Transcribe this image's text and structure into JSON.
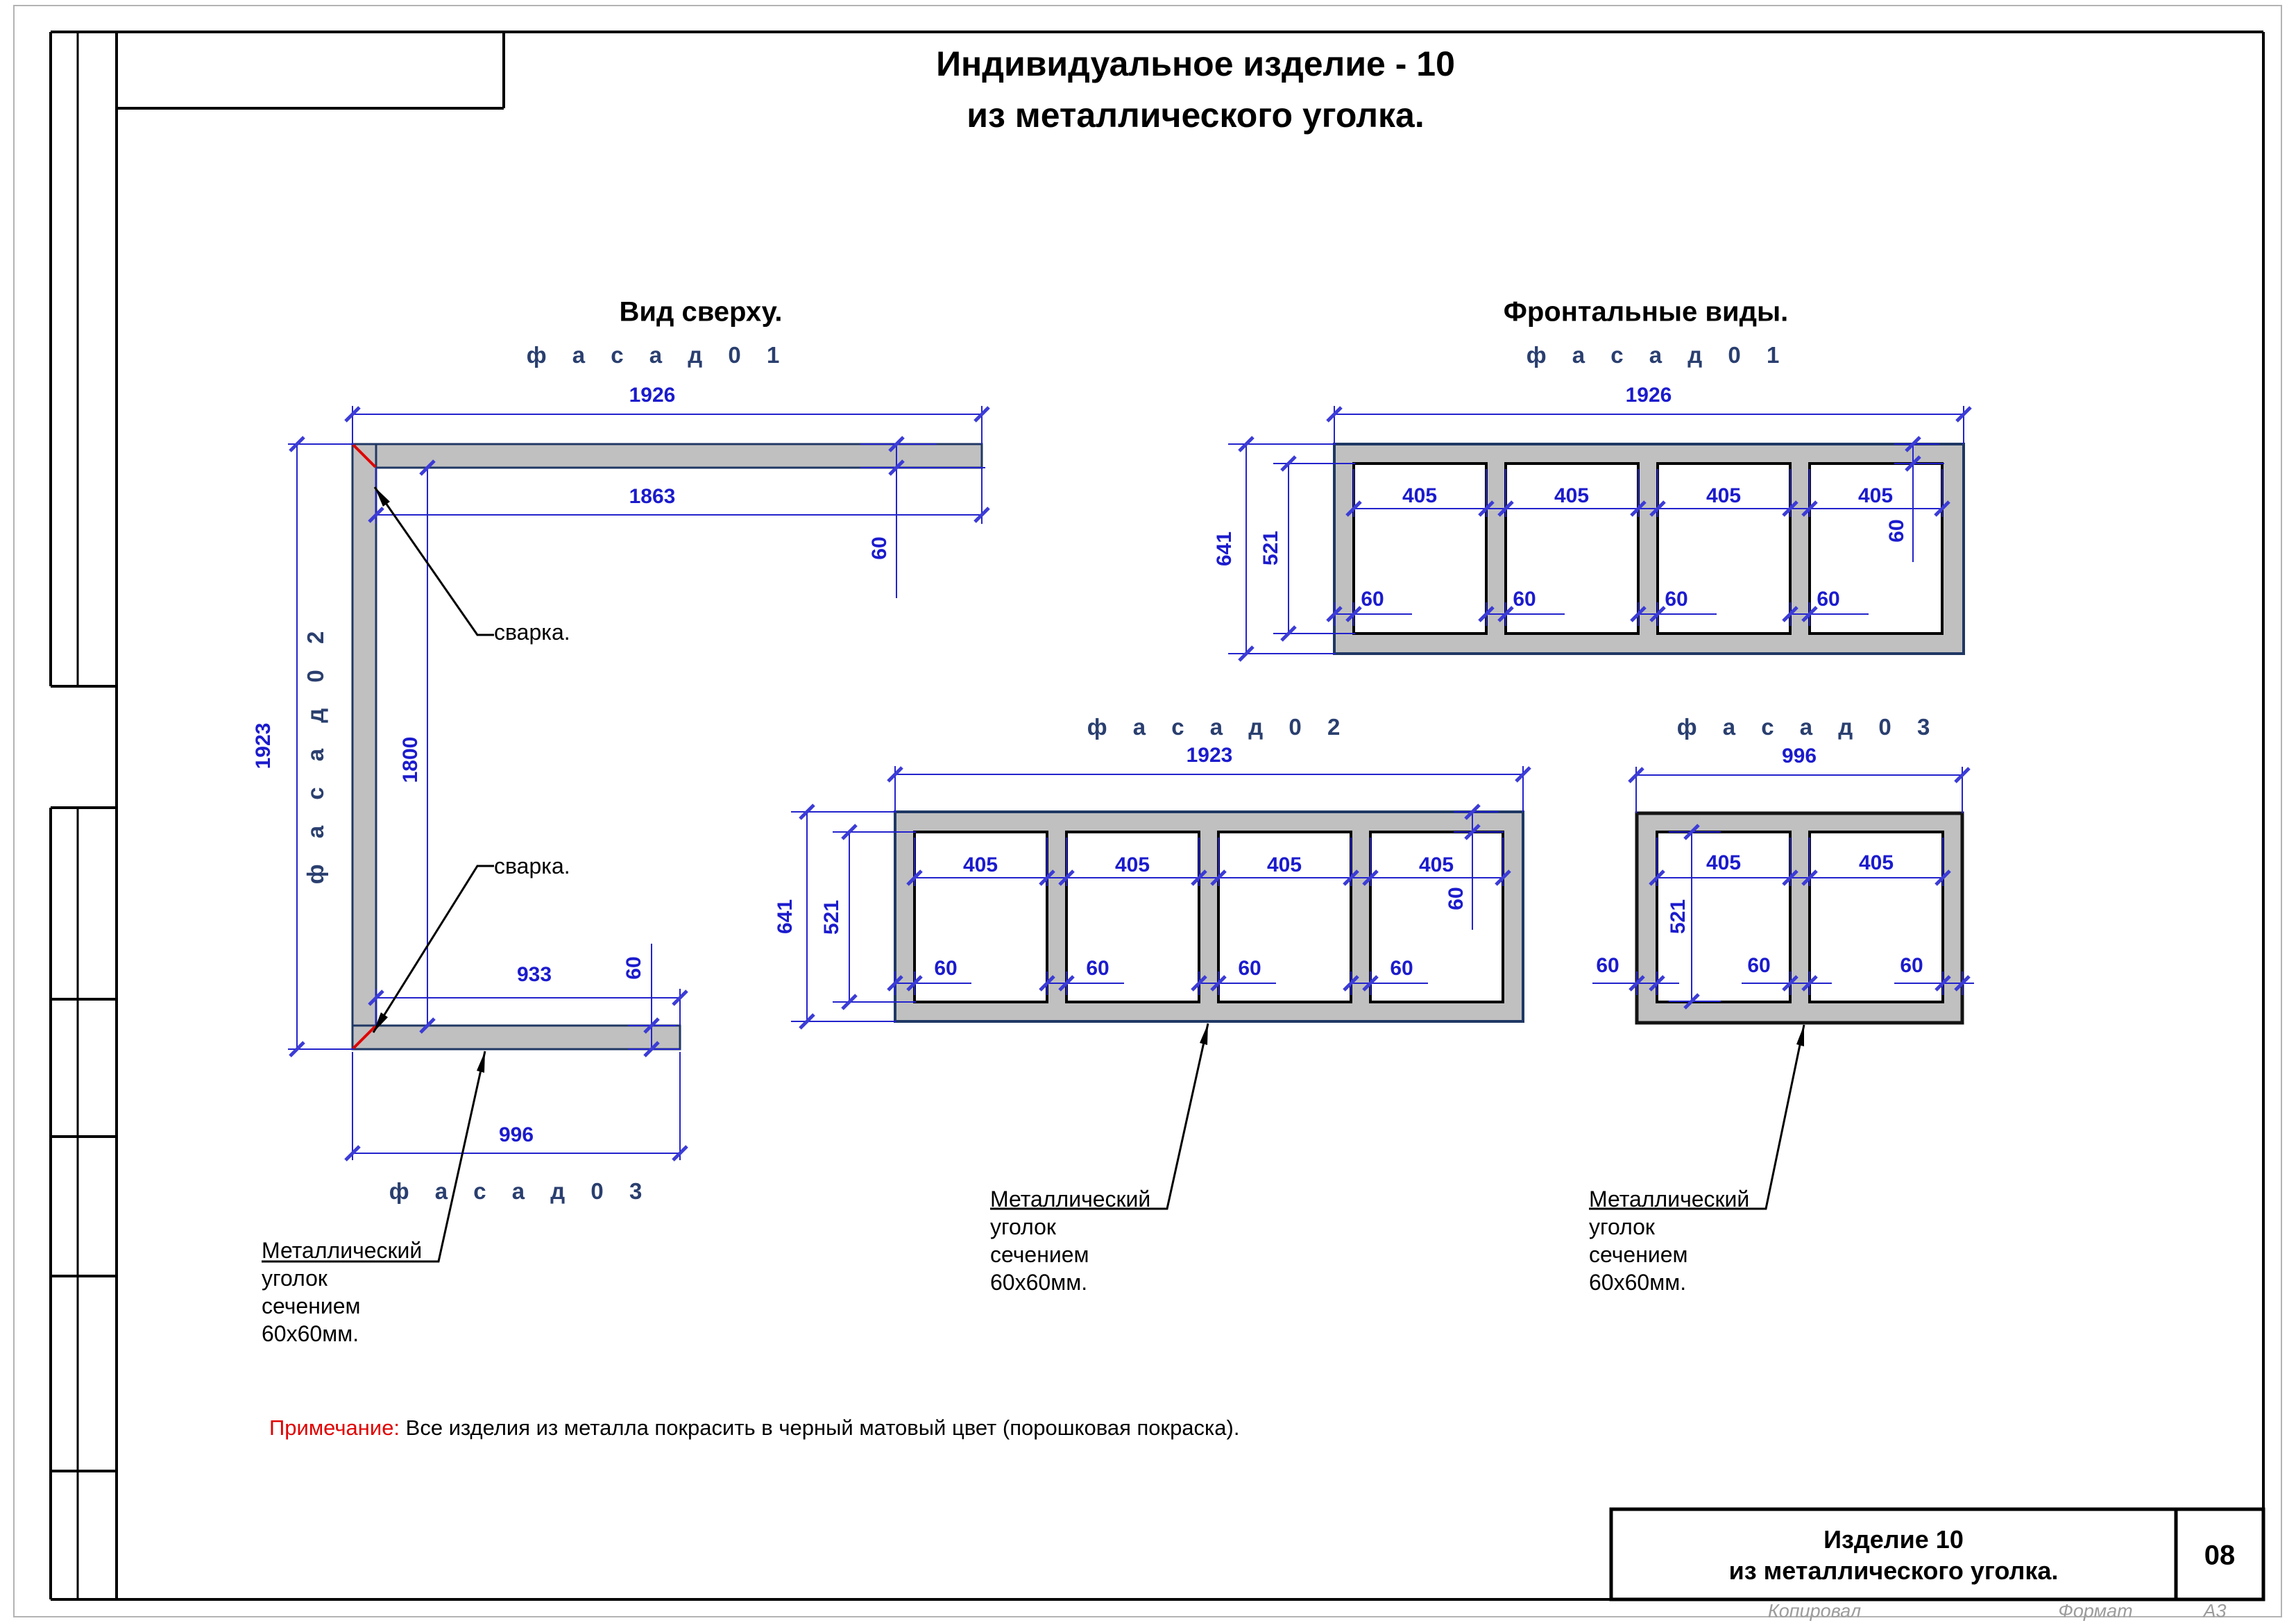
{
  "title": {
    "line1": "Индивидуальное изделие - 10",
    "line2": "из металлического уголка."
  },
  "sections": {
    "top_view": "Вид сверху.",
    "front_views": "Фронтальные виды."
  },
  "facade_labels": {
    "f01": "ф а с а д    0 1",
    "f02": "ф а с а д    0 2",
    "f03": "ф а с а д    0 3"
  },
  "values": {
    "v1926": "1926",
    "v1863": "1863",
    "v1923": "1923",
    "v1800": "1800",
    "v933": "933",
    "v996": "996",
    "v641": "641",
    "v521": "521",
    "v405": "405",
    "v60": "60"
  },
  "annotations": {
    "weld": "сварка.",
    "note": {
      "l1": "Металлический",
      "l2": "уголок",
      "l3": "сечением",
      "l4": "60х60мм."
    }
  },
  "footnote": {
    "label": "Примечание:",
    "text": " Все изделия из металла покрасить в черный матовый цвет (порошковая покраска)."
  },
  "title_block": {
    "line1": "Изделие 10",
    "line2": "из металлического уголка.",
    "sheet": "08"
  },
  "footer": {
    "copied": "Копировал",
    "format_label": "Формат",
    "format": "А3"
  },
  "colors": {
    "dimension_blue": "#1b1bcd",
    "outline_navy": "#1f3864",
    "fill_gray": "#c0c0c0",
    "weld_red": "#e00000",
    "footer_gray": "#9c9c9c"
  }
}
